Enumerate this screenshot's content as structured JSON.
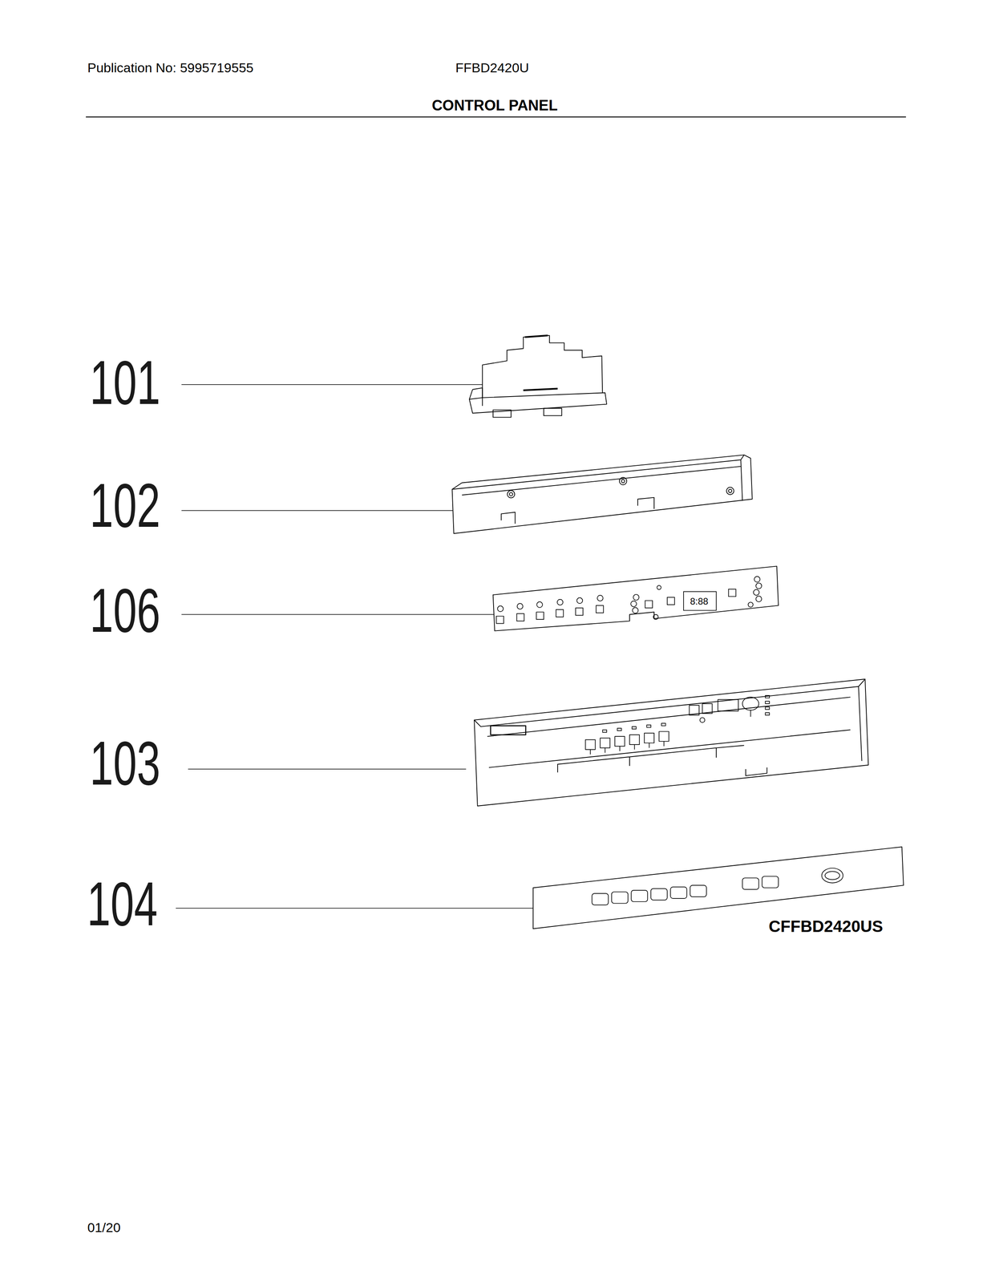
{
  "diagram": {
    "title": "CONTROL PANEL",
    "labels": [
      "Publication No: 5995719555",
      "FFBD2420U",
      "101",
      "102",
      "106",
      "103",
      "104",
      "8:88",
      "CFFBD2420US",
      "01/20"
    ]
  }
}
